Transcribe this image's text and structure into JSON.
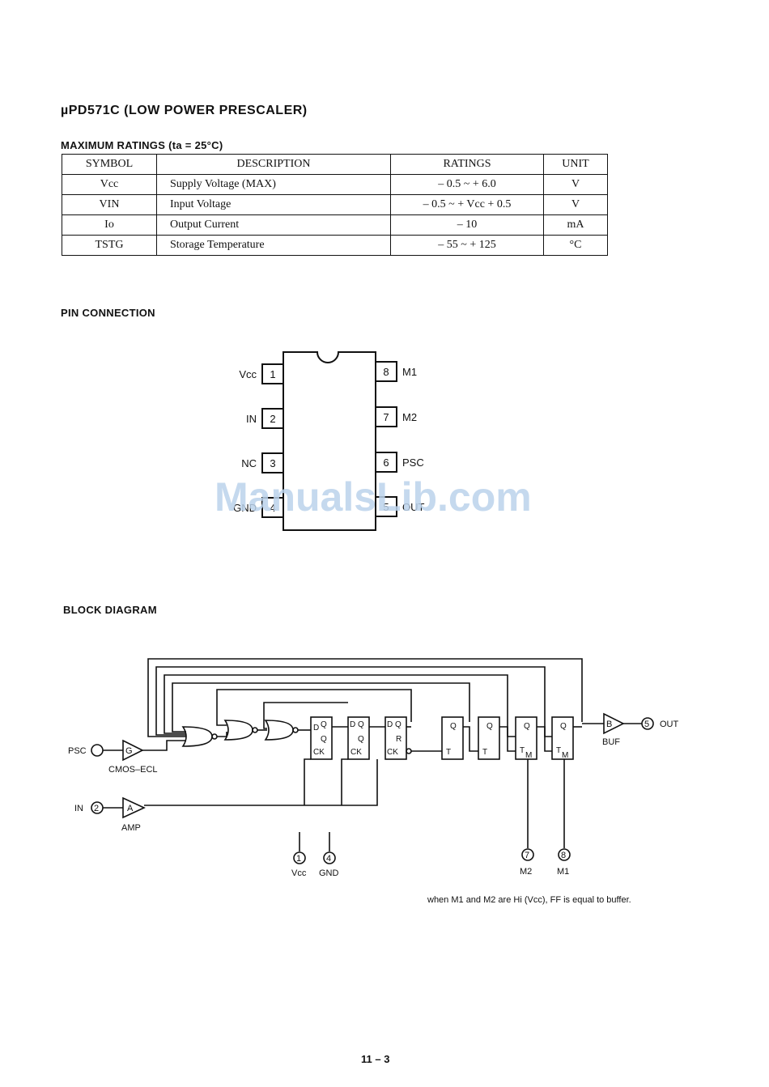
{
  "title": "µPD571C (LOW POWER PRESCALER)",
  "ratings": {
    "heading": "MAXIMUM RATINGS (ta = 25°C)",
    "columns": [
      "SYMBOL",
      "DESCRIPTION",
      "RATINGS",
      "UNIT"
    ],
    "rows": [
      {
        "symbol": "Vcc",
        "description": "Supply Voltage (MAX)",
        "rating": "– 0.5 ~ + 6.0",
        "unit": "V"
      },
      {
        "symbol": "VIN",
        "description": "Input Voltage",
        "rating": "– 0.5 ~ + Vcc + 0.5",
        "unit": "V"
      },
      {
        "symbol": "Io",
        "description": "Output Current",
        "rating": "– 10",
        "unit": "mA"
      },
      {
        "symbol": "TSTG",
        "description": "Storage Temperature",
        "rating": "– 55 ~ + 125",
        "unit": "°C"
      }
    ]
  },
  "pins": {
    "heading": "PIN CONNECTION",
    "left": [
      {
        "num": "1",
        "name": "Vcc"
      },
      {
        "num": "2",
        "name": "IN"
      },
      {
        "num": "3",
        "name": "NC"
      },
      {
        "num": "4",
        "name": "GND"
      }
    ],
    "right": [
      {
        "num": "8",
        "name": "M1"
      },
      {
        "num": "7",
        "name": "M2"
      },
      {
        "num": "6",
        "name": "PSC"
      },
      {
        "num": "5",
        "name": "OUT"
      }
    ]
  },
  "block": {
    "heading": "BLOCK DIAGRAM",
    "psc": "PSC",
    "in": "IN",
    "in_num": "2",
    "cmos_ecl": "CMOS–ECL",
    "amp": "AMP",
    "buf": "BUF",
    "out": "OUT",
    "out_num": "5",
    "g": "G",
    "a": "A",
    "b": "B",
    "vcc_num": "1",
    "vcc": "Vcc",
    "gnd_num": "4",
    "gnd": "GND",
    "m2_num": "7",
    "m2": "M2",
    "m1_num": "8",
    "m1": "M1",
    "ff": [
      "D",
      "Q",
      "CK",
      "R",
      "T",
      "M"
    ]
  },
  "note": "when M1 and M2 are Hi (Vcc), FF is equal to buffer.",
  "watermark": "ManualsLib.com",
  "page_number": "11 – 3"
}
